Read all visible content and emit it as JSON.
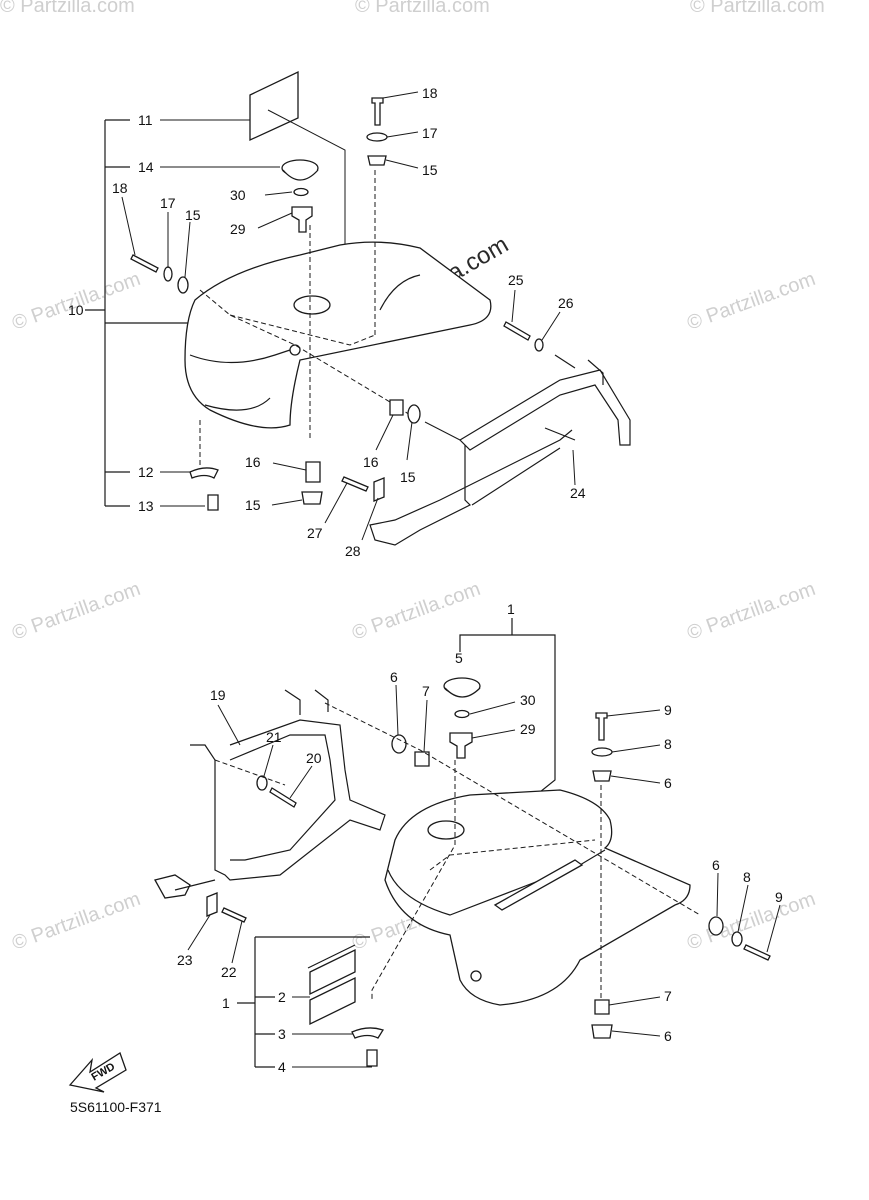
{
  "watermark": {
    "text": "© Partzilla.com",
    "text_small": "© Partzilla.com"
  },
  "diagram_code": "5S61100-F371",
  "fwd_label": "FWD",
  "top_callouts": {
    "c11": "11",
    "c14": "14",
    "c30": "30",
    "c29": "29",
    "c18a": "18",
    "c17a": "17",
    "c15a": "15",
    "c10": "10",
    "c18b": "18",
    "c17b": "17",
    "c15b": "15",
    "c25": "25",
    "c26": "26",
    "c16a": "16",
    "c16b": "16",
    "c15c": "15",
    "c15d": "15",
    "c12": "12",
    "c13": "13",
    "c27": "27",
    "c28": "28",
    "c24": "24"
  },
  "bottom_callouts": {
    "c1a": "1",
    "c5": "5",
    "c30": "30",
    "c29": "29",
    "c6a": "6",
    "c7a": "7",
    "c19": "19",
    "c21": "21",
    "c20": "20",
    "c9a": "9",
    "c8a": "8",
    "c6b": "6",
    "c6c": "6",
    "c8b": "8",
    "c9b": "9",
    "c7b": "7",
    "c6d": "6",
    "c23": "23",
    "c22": "22",
    "c1b": "1",
    "c2": "2",
    "c3": "3",
    "c4": "4"
  }
}
